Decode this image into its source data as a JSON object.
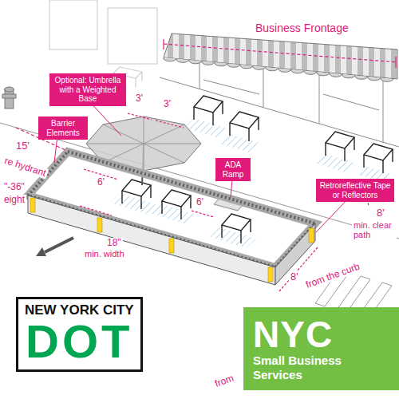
{
  "diagram": {
    "nodes": [
      {
        "text": [
          "Optional: Umbrella with a Weighted Base"
        ]
      },
      {
        "text": [
          "Barrier Elements"
        ]
      },
      {
        "text": [
          "ADA Ramp"
        ]
      },
      {
        "text": [
          "Retroreflective Tape or Reflectors"
        ]
      },
      {
        "text": [
          "NEW YORK CITY",
          "DOT"
        ]
      },
      {
        "text": [
          "NYC",
          "Small Business Services"
        ]
      }
    ],
    "labels": [
      "Business Frontage",
      "3'",
      "3'",
      "15'",
      "re hydrant",
      "6'",
      "\"-36\"",
      "eight",
      "6'",
      "8'",
      "min. clear path",
      "18\"",
      "min. width",
      "8'",
      "from the curb",
      "from"
    ]
  }
}
